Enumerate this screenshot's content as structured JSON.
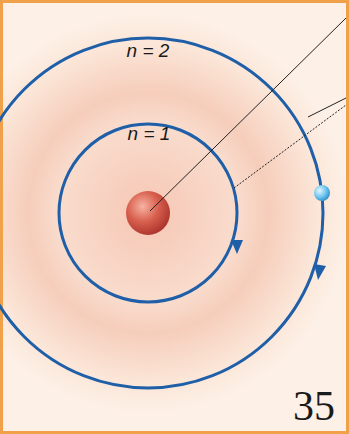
{
  "diagram": {
    "labels": [
      "n = 2",
      "n = 1",
      "35"
    ]
  }
}
